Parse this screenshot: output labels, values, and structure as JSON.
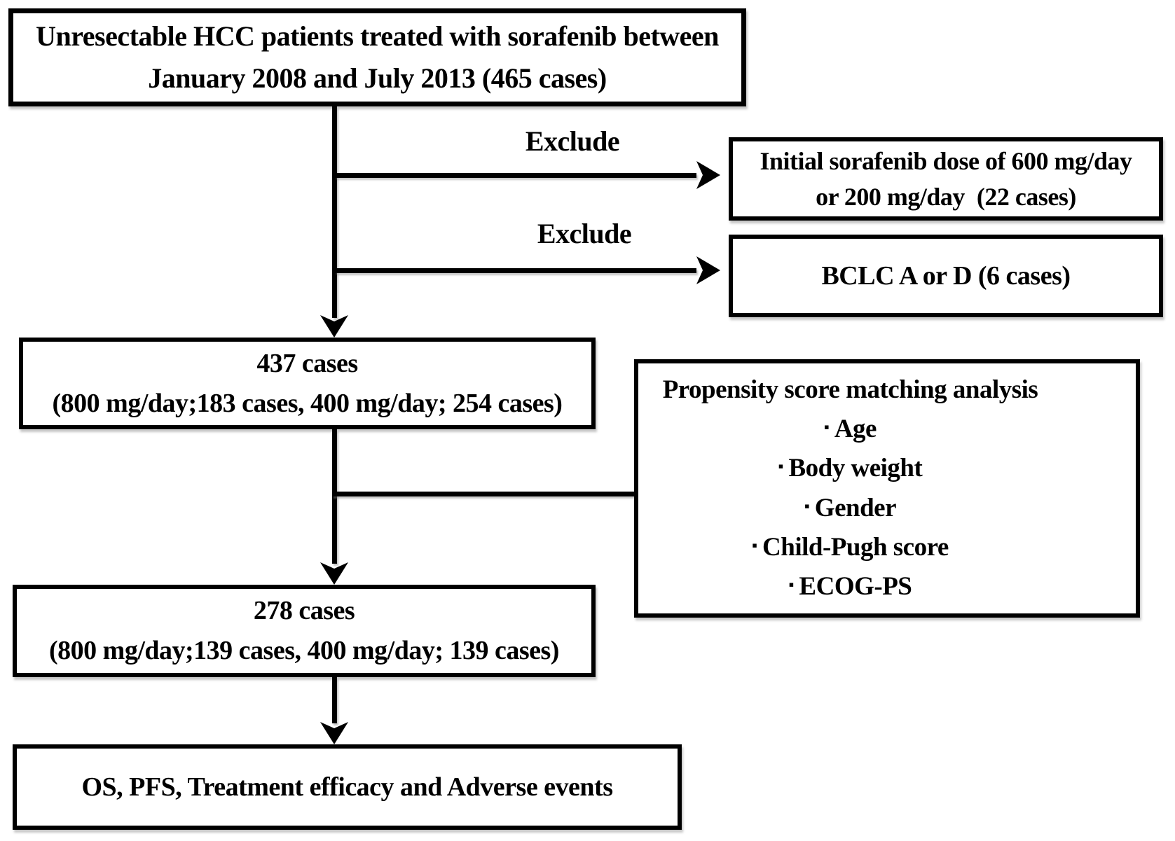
{
  "diagram": {
    "colors": {
      "stroke": "#000000",
      "background": "#ffffff"
    },
    "bullet_char": "▪",
    "top_box": {
      "line1": "Unresectable HCC patients treated with sorafenib between",
      "line2": "January 2008 and July 2013 (465 cases)"
    },
    "exclude_1": {
      "label": "Exclude",
      "box_line1": "Initial sorafenib dose of 600 mg/day",
      "box_line2": "or 200 mg/day  (22 cases)"
    },
    "exclude_2": {
      "label": "Exclude",
      "box_text": "BCLC A or D (6 cases)"
    },
    "cases_437_box": {
      "line1": "437 cases",
      "line2": "(800 mg/day;183 cases, 400 mg/day; 254 cases)"
    },
    "propensity_box": {
      "title": "Propensity score matching analysis",
      "items": [
        "Age",
        "Body weight",
        "Gender",
        "Child-Pugh score",
        "ECOG-PS"
      ]
    },
    "cases_278_box": {
      "line1": "278 cases",
      "line2": "(800 mg/day;139 cases, 400 mg/day; 139 cases)"
    },
    "outcome_box": {
      "text": "OS, PFS, Treatment efficacy and Adverse events"
    }
  }
}
